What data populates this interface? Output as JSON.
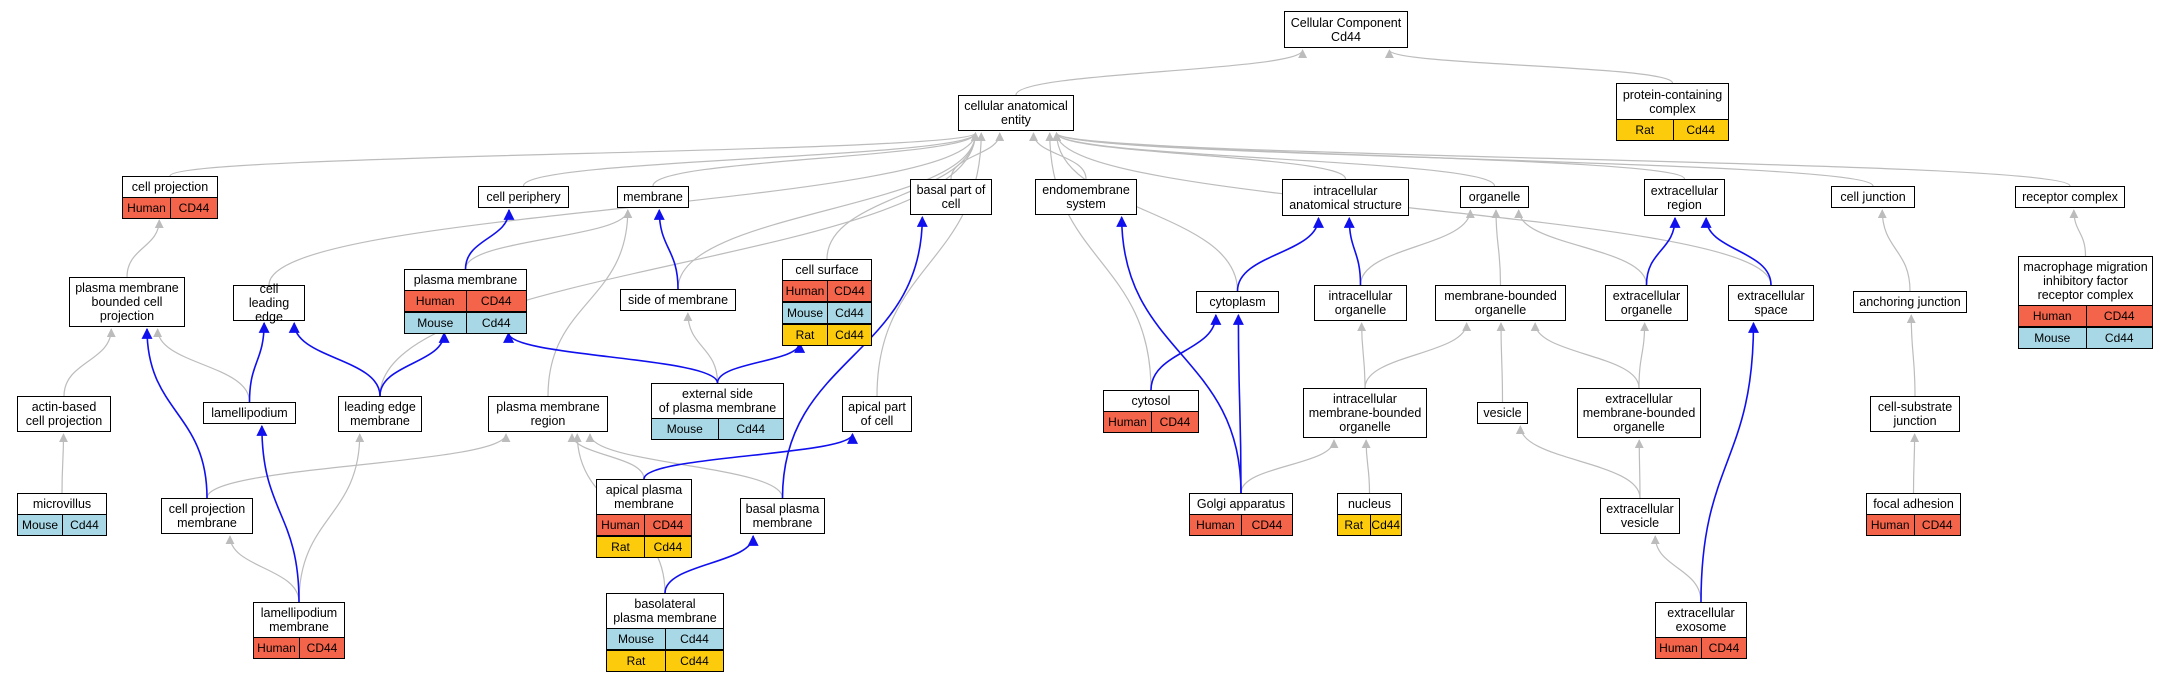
{
  "colors": {
    "Human": "#f4644a",
    "Mouse": "#a8d8e6",
    "Rat": "#fccc0c",
    "edge_isa": "#bcbcbc",
    "edge_partof": "#1010ee"
  },
  "nodes": {
    "cc": {
      "label": "Cellular Component\nCd44",
      "rows": []
    },
    "cae": {
      "label": "cellular anatomical\nentity",
      "rows": []
    },
    "pcc": {
      "label": "protein-containing\ncomplex",
      "rows": [
        {
          "species": "Rat",
          "gene": "Cd44"
        }
      ]
    },
    "cproj": {
      "label": "cell projection",
      "rows": [
        {
          "species": "Human",
          "gene": "CD44"
        }
      ]
    },
    "cper": {
      "label": "cell periphery",
      "rows": []
    },
    "mem": {
      "label": "membrane",
      "rows": []
    },
    "csurf": {
      "label": "cell surface",
      "rows": [
        {
          "species": "Human",
          "gene": "CD44"
        },
        {
          "species": "Mouse",
          "gene": "Cd44"
        },
        {
          "species": "Rat",
          "gene": "Cd44"
        }
      ]
    },
    "bpc": {
      "label": "basal part of\ncell",
      "rows": []
    },
    "endo": {
      "label": "endomembrane\nsystem",
      "rows": []
    },
    "ias": {
      "label": "intracellular\nanatomical structure",
      "rows": []
    },
    "org": {
      "label": "organelle",
      "rows": []
    },
    "ecr": {
      "label": "extracellular\nregion",
      "rows": []
    },
    "cj": {
      "label": "cell junction",
      "rows": []
    },
    "rc": {
      "label": "receptor complex",
      "rows": []
    },
    "pmbcp": {
      "label": "plasma membrane\nbounded cell\nprojection",
      "rows": []
    },
    "cle": {
      "label": "cell leading\nedge",
      "rows": []
    },
    "pm": {
      "label": "plasma membrane",
      "rows": [
        {
          "species": "Human",
          "gene": "CD44"
        },
        {
          "species": "Mouse",
          "gene": "Cd44"
        }
      ]
    },
    "som": {
      "label": "side of membrane",
      "rows": []
    },
    "cyto": {
      "label": "cytoplasm",
      "rows": []
    },
    "io": {
      "label": "intracellular\norganelle",
      "rows": []
    },
    "mbo": {
      "label": "membrane-bounded\norganelle",
      "rows": []
    },
    "eco": {
      "label": "extracellular\norganelle",
      "rows": []
    },
    "ecs": {
      "label": "extracellular\nspace",
      "rows": []
    },
    "aj": {
      "label": "anchoring junction",
      "rows": []
    },
    "mmif": {
      "label": "macrophage migration\ninhibitory factor\nreceptor complex",
      "rows": [
        {
          "species": "Human",
          "gene": "CD44"
        },
        {
          "species": "Mouse",
          "gene": "Cd44"
        }
      ]
    },
    "abcp": {
      "label": "actin-based\ncell projection",
      "rows": []
    },
    "lam": {
      "label": "lamellipodium",
      "rows": []
    },
    "lem": {
      "label": "leading edge\nmembrane",
      "rows": []
    },
    "pmr": {
      "label": "plasma membrane\nregion",
      "rows": []
    },
    "espm": {
      "label": "external side\nof plasma membrane",
      "rows": [
        {
          "species": "Mouse",
          "gene": "Cd44"
        }
      ]
    },
    "apc": {
      "label": "apical part\nof cell",
      "rows": []
    },
    "cytosol": {
      "label": "cytosol",
      "rows": [
        {
          "species": "Human",
          "gene": "CD44"
        }
      ]
    },
    "imbo": {
      "label": "intracellular\nmembrane-bounded\norganelle",
      "rows": []
    },
    "ves": {
      "label": "vesicle",
      "rows": []
    },
    "embo": {
      "label": "extracellular\nmembrane-bounded\norganelle",
      "rows": []
    },
    "csj": {
      "label": "cell-substrate\njunction",
      "rows": []
    },
    "mv": {
      "label": "microvillus",
      "rows": [
        {
          "species": "Mouse",
          "gene": "Cd44"
        }
      ]
    },
    "cpm": {
      "label": "cell projection\nmembrane",
      "rows": []
    },
    "apm": {
      "label": "apical plasma\nmembrane",
      "rows": [
        {
          "species": "Human",
          "gene": "CD44"
        },
        {
          "species": "Rat",
          "gene": "Cd44"
        }
      ]
    },
    "bpm": {
      "label": "basal plasma\nmembrane",
      "rows": []
    },
    "golgi": {
      "label": "Golgi apparatus",
      "rows": [
        {
          "species": "Human",
          "gene": "CD44"
        }
      ]
    },
    "nuc": {
      "label": "nucleus",
      "rows": [
        {
          "species": "Rat",
          "gene": "Cd44"
        }
      ]
    },
    "ecv": {
      "label": "extracellular\nvesicle",
      "rows": []
    },
    "fa": {
      "label": "focal adhesion",
      "rows": [
        {
          "species": "Human",
          "gene": "CD44"
        }
      ]
    },
    "lamm": {
      "label": "lamellipodium\nmembrane",
      "rows": [
        {
          "species": "Human",
          "gene": "CD44"
        }
      ]
    },
    "blpm": {
      "label": "basolateral\nplasma membrane",
      "rows": [
        {
          "species": "Mouse",
          "gene": "Cd44"
        },
        {
          "species": "Rat",
          "gene": "Cd44"
        }
      ]
    },
    "exo": {
      "label": "extracellular\nexosome",
      "rows": [
        {
          "species": "Human",
          "gene": "CD44"
        }
      ]
    }
  },
  "edges": [
    {
      "from": "cae",
      "to": "cc",
      "type": "is_a"
    },
    {
      "from": "pcc",
      "to": "cc",
      "type": "is_a"
    },
    {
      "from": "cproj",
      "to": "cae",
      "type": "is_a"
    },
    {
      "from": "cper",
      "to": "cae",
      "type": "is_a"
    },
    {
      "from": "mem",
      "to": "cae",
      "type": "is_a"
    },
    {
      "from": "csurf",
      "to": "cae",
      "type": "is_a"
    },
    {
      "from": "bpc",
      "to": "cae",
      "type": "is_a"
    },
    {
      "from": "endo",
      "to": "cae",
      "type": "is_a"
    },
    {
      "from": "ias",
      "to": "cae",
      "type": "is_a"
    },
    {
      "from": "org",
      "to": "cae",
      "type": "is_a"
    },
    {
      "from": "ecr",
      "to": "cae",
      "type": "is_a"
    },
    {
      "from": "cj",
      "to": "cae",
      "type": "is_a"
    },
    {
      "from": "rc",
      "to": "cae",
      "type": "is_a"
    },
    {
      "from": "cle",
      "to": "cae",
      "type": "is_a"
    },
    {
      "from": "som",
      "to": "cae",
      "type": "is_a"
    },
    {
      "from": "lem",
      "to": "cae",
      "type": "is_a"
    },
    {
      "from": "apc",
      "to": "cae",
      "type": "is_a"
    },
    {
      "from": "cytosol",
      "to": "cae",
      "type": "is_a"
    },
    {
      "from": "cyto",
      "to": "cae",
      "type": "is_a"
    },
    {
      "from": "ecs",
      "to": "cae",
      "type": "is_a"
    },
    {
      "from": "pmbcp",
      "to": "cproj",
      "type": "is_a"
    },
    {
      "from": "pm",
      "to": "mem",
      "type": "is_a"
    },
    {
      "from": "pmr",
      "to": "mem",
      "type": "is_a"
    },
    {
      "from": "espm",
      "to": "som",
      "type": "is_a"
    },
    {
      "from": "io",
      "to": "org",
      "type": "is_a"
    },
    {
      "from": "mbo",
      "to": "org",
      "type": "is_a"
    },
    {
      "from": "eco",
      "to": "org",
      "type": "is_a"
    },
    {
      "from": "aj",
      "to": "cj",
      "type": "is_a"
    },
    {
      "from": "mmif",
      "to": "rc",
      "type": "is_a"
    },
    {
      "from": "abcp",
      "to": "pmbcp",
      "type": "is_a"
    },
    {
      "from": "lam",
      "to": "pmbcp",
      "type": "is_a"
    },
    {
      "from": "imbo",
      "to": "io",
      "type": "is_a"
    },
    {
      "from": "imbo",
      "to": "mbo",
      "type": "is_a"
    },
    {
      "from": "ves",
      "to": "mbo",
      "type": "is_a"
    },
    {
      "from": "embo",
      "to": "mbo",
      "type": "is_a"
    },
    {
      "from": "embo",
      "to": "eco",
      "type": "is_a"
    },
    {
      "from": "csj",
      "to": "aj",
      "type": "is_a"
    },
    {
      "from": "mv",
      "to": "abcp",
      "type": "is_a"
    },
    {
      "from": "cpm",
      "to": "pmr",
      "type": "is_a"
    },
    {
      "from": "apm",
      "to": "pmr",
      "type": "is_a"
    },
    {
      "from": "bpm",
      "to": "pmr",
      "type": "is_a"
    },
    {
      "from": "blpm",
      "to": "pmr",
      "type": "is_a"
    },
    {
      "from": "lamm",
      "to": "cpm",
      "type": "is_a"
    },
    {
      "from": "lamm",
      "to": "lem",
      "type": "is_a"
    },
    {
      "from": "golgi",
      "to": "imbo",
      "type": "is_a"
    },
    {
      "from": "nuc",
      "to": "imbo",
      "type": "is_a"
    },
    {
      "from": "ecv",
      "to": "ves",
      "type": "is_a"
    },
    {
      "from": "ecv",
      "to": "embo",
      "type": "is_a"
    },
    {
      "from": "fa",
      "to": "csj",
      "type": "is_a"
    },
    {
      "from": "exo",
      "to": "ecv",
      "type": "is_a"
    },
    {
      "from": "pm",
      "to": "cper",
      "type": "part_of"
    },
    {
      "from": "som",
      "to": "mem",
      "type": "part_of"
    },
    {
      "from": "cyto",
      "to": "ias",
      "type": "part_of"
    },
    {
      "from": "io",
      "to": "ias",
      "type": "part_of"
    },
    {
      "from": "eco",
      "to": "ecr",
      "type": "part_of"
    },
    {
      "from": "ecs",
      "to": "ecr",
      "type": "part_of"
    },
    {
      "from": "lam",
      "to": "cle",
      "type": "part_of"
    },
    {
      "from": "lem",
      "to": "cle",
      "type": "part_of"
    },
    {
      "from": "lem",
      "to": "pm",
      "type": "part_of"
    },
    {
      "from": "espm",
      "to": "pm",
      "type": "part_of"
    },
    {
      "from": "espm",
      "to": "csurf",
      "type": "part_of"
    },
    {
      "from": "cytosol",
      "to": "cyto",
      "type": "part_of"
    },
    {
      "from": "golgi",
      "to": "cyto",
      "type": "part_of"
    },
    {
      "from": "golgi",
      "to": "endo",
      "type": "part_of"
    },
    {
      "from": "cpm",
      "to": "pmbcp",
      "type": "part_of"
    },
    {
      "from": "apm",
      "to": "apc",
      "type": "part_of"
    },
    {
      "from": "bpm",
      "to": "bpc",
      "type": "part_of"
    },
    {
      "from": "lamm",
      "to": "lam",
      "type": "part_of"
    },
    {
      "from": "blpm",
      "to": "bpm",
      "type": "part_of"
    },
    {
      "from": "exo",
      "to": "ecs",
      "type": "part_of"
    }
  ]
}
